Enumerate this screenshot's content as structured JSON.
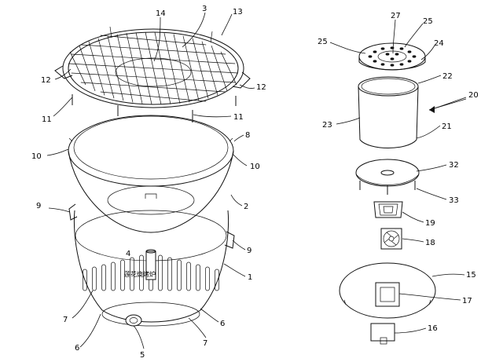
{
  "labels": {
    "n1": "1",
    "n2": "2",
    "n3": "3",
    "n4": "4",
    "n5": "5",
    "n6a": "6",
    "n6b": "6",
    "n7a": "7",
    "n7b": "7",
    "n8": "8",
    "n9a": "9",
    "n9b": "9",
    "n10a": "10",
    "n10b": "10",
    "n11a": "11",
    "n11b": "11",
    "n12a": "12",
    "n12b": "12",
    "n13": "13",
    "n14": "14",
    "n15": "15",
    "n16": "16",
    "n17": "17",
    "n18": "18",
    "n19": "19",
    "n20": "20",
    "n21": "21",
    "n22": "22",
    "n23": "23",
    "n24": "24",
    "n25a": "25",
    "n25b": "25",
    "n27": "27",
    "n32": "32",
    "n33": "33"
  },
  "base_marking": "莲花烧烤炉",
  "colors": {
    "line": "#111111",
    "background": "#ffffff"
  }
}
